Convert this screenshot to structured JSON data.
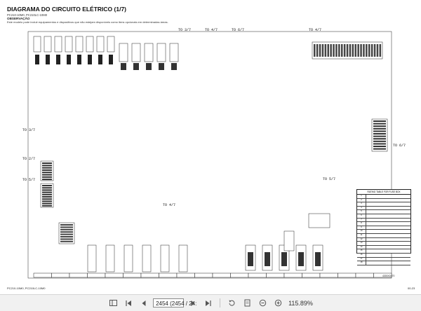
{
  "document": {
    "title": "DIAGRAMA DO CIRCUITO ELÉTRICO (1/7)",
    "models": "PC210-10M0, PC210LC-10M0",
    "observation_heading": "OBSERVAÇÃO",
    "observation_text": "Este modelo pode incluir equipamentos e dispositivos que não estejam disponíveis como itens opcionais em determinadas áreas.",
    "footer_left": "PC210-10M0, PC210LC-10M0",
    "footer_right": "00-23",
    "drawing_number": "4300X0470",
    "cross_refs": [
      "TO 3/7",
      "TO 4/7",
      "TO 6/7",
      "TO 4/7",
      "TO 3/7",
      "TO 2/7",
      "TO 5/7",
      "TO 6/7",
      "TO 5/7",
      "TO 4/7"
    ],
    "table": {
      "title": "RATING TABLE FOR FUSE BOX",
      "rows": [
        "1",
        "2",
        "3",
        "4",
        "5",
        "6",
        "7",
        "8",
        "9",
        "10",
        "11",
        "12",
        "13",
        "14",
        "15",
        "16",
        "17",
        "18"
      ]
    }
  },
  "toolbar": {
    "page_value": "2454 (2454 / 24:",
    "zoom": "115.89%"
  },
  "icons": {
    "first": "first-page-icon",
    "prev": "prev-page-icon",
    "next": "next-page-icon",
    "last": "last-page-icon",
    "rotate": "rotate-icon",
    "fit": "fit-page-icon",
    "zoom_in": "zoom-in-icon",
    "zoom_out": "zoom-out-icon",
    "sidebar": "sidebar-icon"
  }
}
